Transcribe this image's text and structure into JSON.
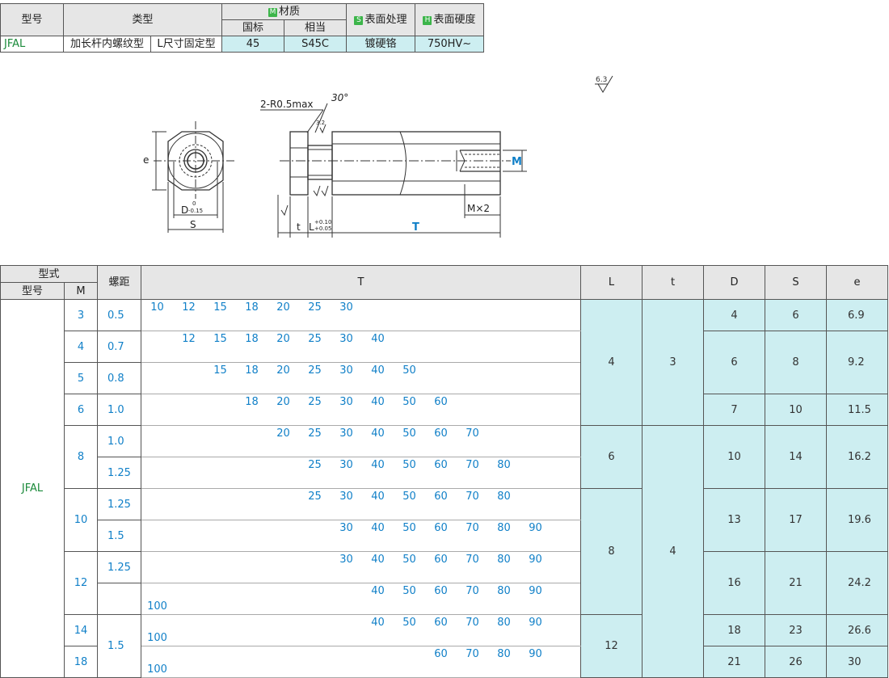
{
  "spec": {
    "h_model": "型号",
    "h_type": "类型",
    "h_material": "材质",
    "h_mat_tag": "M",
    "h_mat_std": "国标",
    "h_mat_eq": "相当",
    "h_surface_tag": "S",
    "h_surface": "表面处理",
    "h_hardness_tag": "H",
    "h_hardness": "表面硬度",
    "model": "JFAL",
    "type1": "加长杆内螺纹型",
    "type2": "L尺寸固定型",
    "mat_std": "45",
    "mat_eq": "S45C",
    "surface": "镀硬铬",
    "hardness": "750HV~"
  },
  "drawing": {
    "roughness_top": "6.3",
    "roughness_small": "3.2",
    "label_e": "e",
    "label_s": "S",
    "label_d": "D",
    "tol_d_upper": "0",
    "tol_d_lower": "-0.15",
    "label_r": "2-R0.5max",
    "label_angle": "30°",
    "label_m": "M",
    "label_mx2": "M×2",
    "label_t_small": "t",
    "label_l": "L",
    "tol_l_upper": "+0.10",
    "tol_l_lower": "+0.05",
    "label_t_big": "T"
  },
  "table": {
    "h_form": "型式",
    "h_model": "型号",
    "h_m": "M",
    "h_pitch": "螺距",
    "h_T": "T",
    "h_L": "L",
    "h_t": "t",
    "h_D": "D",
    "h_S": "S",
    "h_e": "e",
    "model": "JFAL",
    "rows": [
      {
        "m": "3",
        "pitch": "0.5",
        "T": [
          "10",
          "12",
          "15",
          "18",
          "20",
          "25",
          "30",
          "",
          "",
          "",
          "",
          "",
          "",
          ""
        ]
      },
      {
        "m": "4",
        "pitch": "0.7",
        "T": [
          "",
          "12",
          "15",
          "18",
          "20",
          "25",
          "30",
          "40",
          "",
          "",
          "",
          "",
          "",
          ""
        ]
      },
      {
        "m": "5",
        "pitch": "0.8",
        "T": [
          "",
          "",
          "15",
          "18",
          "20",
          "25",
          "30",
          "40",
          "50",
          "",
          "",
          "",
          "",
          ""
        ]
      },
      {
        "m": "6",
        "pitch": "1.0",
        "T": [
          "",
          "",
          "",
          "18",
          "20",
          "25",
          "30",
          "40",
          "50",
          "60",
          "",
          "",
          "",
          ""
        ]
      },
      {
        "m": "8",
        "pitch": "1.0",
        "T": [
          "",
          "",
          "",
          "",
          "20",
          "25",
          "30",
          "40",
          "50",
          "60",
          "70",
          "",
          "",
          ""
        ]
      },
      {
        "m": "",
        "pitch": "1.25",
        "T": [
          "",
          "",
          "",
          "",
          "",
          "25",
          "30",
          "40",
          "50",
          "60",
          "70",
          "80",
          "",
          ""
        ]
      },
      {
        "m": "10",
        "pitch": "1.25",
        "T": [
          "",
          "",
          "",
          "",
          "",
          "25",
          "30",
          "40",
          "50",
          "60",
          "70",
          "80",
          "",
          ""
        ]
      },
      {
        "m": "",
        "pitch": "1.5",
        "T": [
          "",
          "",
          "",
          "",
          "",
          "",
          "30",
          "40",
          "50",
          "60",
          "70",
          "80",
          "90",
          ""
        ]
      },
      {
        "m": "12",
        "pitch": "1.25",
        "T": [
          "",
          "",
          "",
          "",
          "",
          "",
          "30",
          "40",
          "50",
          "60",
          "70",
          "80",
          "90",
          ""
        ]
      },
      {
        "m": "",
        "pitch": "",
        "T": [
          "",
          "",
          "",
          "",
          "",
          "",
          "",
          "40",
          "50",
          "60",
          "70",
          "80",
          "90",
          "100"
        ]
      },
      {
        "m": "14",
        "pitch": "1.5",
        "T": [
          "",
          "",
          "",
          "",
          "",
          "",
          "",
          "40",
          "50",
          "60",
          "70",
          "80",
          "90",
          "100"
        ]
      },
      {
        "m": "18",
        "pitch": "",
        "T": [
          "",
          "",
          "",
          "",
          "",
          "",
          "",
          "",
          "",
          "60",
          "70",
          "80",
          "90",
          "100"
        ]
      }
    ],
    "L": [
      "4",
      "6",
      "8",
      "12"
    ],
    "t": [
      "3",
      "4"
    ],
    "D": [
      "4",
      "6",
      "7",
      "10",
      "13",
      "16",
      "18",
      "21"
    ],
    "S": [
      "6",
      "8",
      "10",
      "14",
      "17",
      "21",
      "23",
      "26"
    ],
    "e": [
      "6.9",
      "9.2",
      "11.5",
      "16.2",
      "19.6",
      "24.2",
      "26.6",
      "30"
    ]
  }
}
